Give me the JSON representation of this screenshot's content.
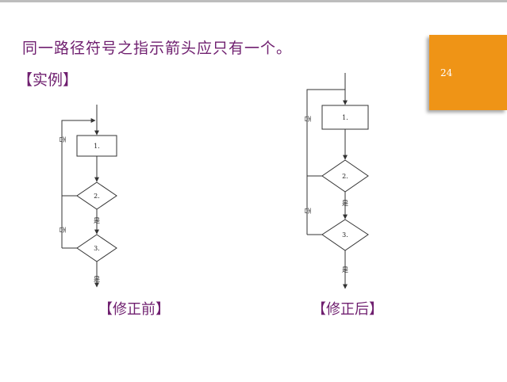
{
  "heading": "同一路径符号之指示箭头应只有一个。",
  "example_label": "【实例】",
  "page_number": "24",
  "before": {
    "caption": "【修正前】",
    "box1": "1.",
    "diamond2": "2.",
    "diamond3": "3.",
    "yes2": "是",
    "yes3": "是",
    "no_top": "否",
    "no_bottom": "否"
  },
  "after": {
    "caption": "【修正后】",
    "box1": "1.",
    "diamond2": "2.",
    "diamond3": "3.",
    "yes2": "是",
    "yes3": "是",
    "no_top": "否",
    "no_bottom": "否"
  },
  "colors": {
    "accent_text": "#6f1f6f",
    "page_box": "#ef9416",
    "line": "#333333"
  }
}
